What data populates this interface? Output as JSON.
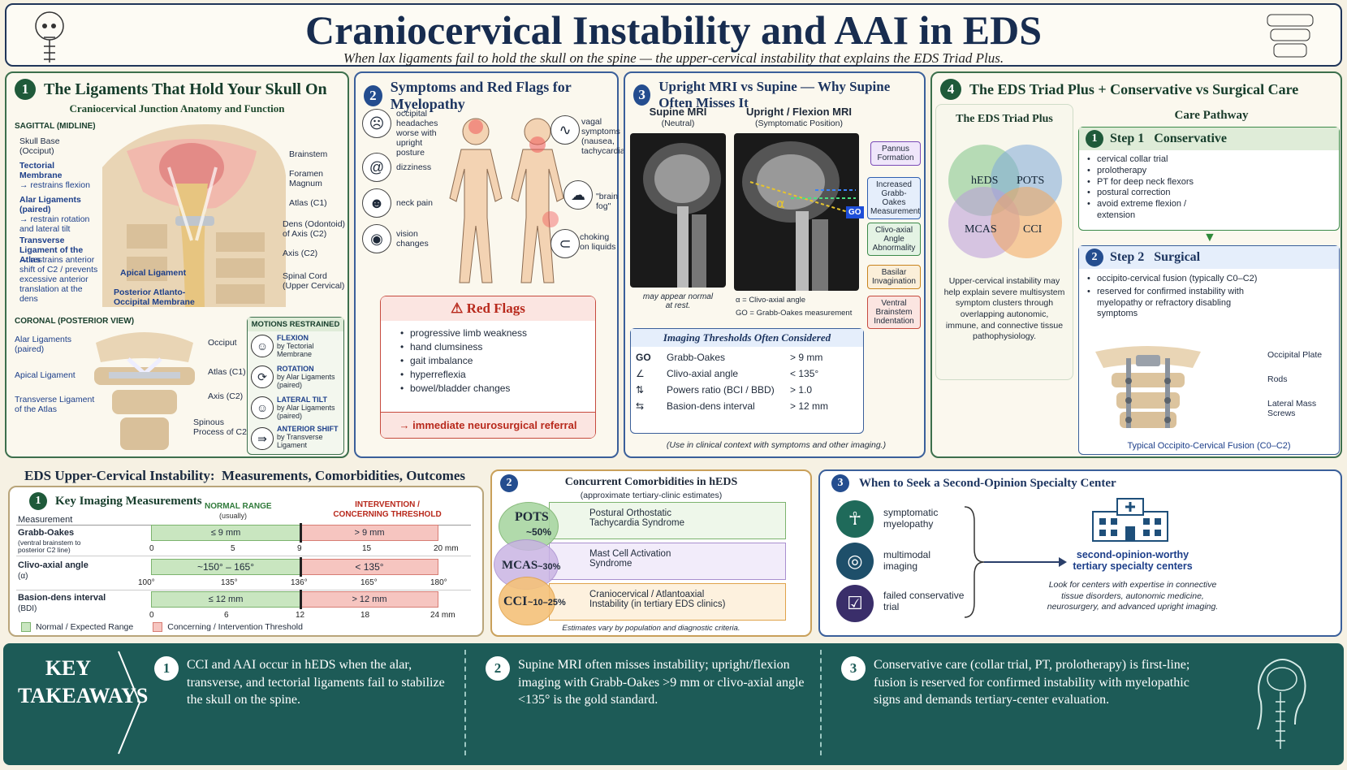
{
  "header": {
    "title": "Craniocervical Instability and AAI in EDS",
    "subtitle": "When lax ligaments fail to hold the skull on the spine — the upper-cervical instability that explains the EDS Triad Plus."
  },
  "p1": {
    "num": "1",
    "title": "The Ligaments That Hold Your Skull On",
    "subtitle": "Craniocervical Junction Anatomy and Function",
    "sag_label": "SAGITTAL (MIDLINE)",
    "left_labels": [
      "Skull Base (Occiput)",
      "Tectorial Membrane",
      "→ restrains flexion",
      "Alar Ligaments (paired)",
      "→ restrain rotation and lateral tilt",
      "Transverse Ligament of the Atlas",
      "→ restrains anterior shift of C2 / prevents excessive anterior translation at the dens",
      "Apical Ligament",
      "Posterior Atlanto-Occipital Membrane"
    ],
    "right_labels": [
      "Brainstem",
      "Foramen Magnum",
      "Atlas (C1)",
      "Dens (Odontoid) of Axis (C2)",
      "Axis (C2)",
      "Spinal Cord (Upper Cervical)"
    ],
    "cor_label": "CORONAL (POSTERIOR VIEW)",
    "cor_left": [
      "Alar Ligaments (paired)",
      "Apical Ligament",
      "Transverse Ligament of the Atlas"
    ],
    "cor_right": [
      "Occiput",
      "Atlas (C1)",
      "Axis (C2)",
      "Spinous Process of C2"
    ],
    "motions_title": "MOTIONS RESTRAINED",
    "motions": [
      {
        "name": "FLEXION",
        "by": "by Tectorial Membrane"
      },
      {
        "name": "ROTATION",
        "by": "by Alar Ligaments (paired)"
      },
      {
        "name": "LATERAL TILT",
        "by": "by Alar Ligaments (paired)"
      },
      {
        "name": "ANTERIOR SHIFT",
        "by": "by Transverse Ligament"
      }
    ]
  },
  "p2": {
    "num": "2",
    "title": "Symptoms and Red Flags for Myelopathy",
    "symptoms_left": [
      "occipital headaches worse with upright posture",
      "dizziness",
      "neck pain",
      "vision changes"
    ],
    "symptoms_right": [
      "vagal symptoms (nausea, tachycardia)",
      "\"brain fog\"",
      "choking on liquids"
    ],
    "redflags_title": "Red Flags",
    "redflags": [
      "progressive limb weakness",
      "hand clumsiness",
      "gait imbalance",
      "hyperreflexia",
      "bowel/bladder changes"
    ],
    "referral": "→ immediate neurosurgical referral"
  },
  "p3": {
    "num": "3",
    "title": "Upright MRI vs Supine — Why Supine Often Misses It",
    "supine_title": "Supine MRI",
    "supine_sub": "(Neutral)",
    "upright_title": "Upright / Flexion MRI",
    "upright_sub": "(Symptomatic Position)",
    "supine_note": "may appear normal at rest.",
    "alpha": "α",
    "go": "GO",
    "legend": [
      "α = Clivo-axial angle",
      "GO = Grabb-Oakes measurement"
    ],
    "callouts": [
      "Pannus Formation",
      "Increased Grabb-Oakes Measurement",
      "Clivo-axial Angle Abnormality",
      "Basilar Invagination",
      "Ventral Brainstem Indentation"
    ],
    "thresholds_title": "Imaging Thresholds Often Considered",
    "thresholds": [
      {
        "icon": "GO",
        "name": "Grabb-Oakes",
        "value": "> 9 mm"
      },
      {
        "icon": "∠",
        "name": "Clivo-axial angle",
        "value": "< 135°"
      },
      {
        "icon": "⇅",
        "name": "Powers ratio (BCI / BBD)",
        "value": "> 1.0"
      },
      {
        "icon": "⇆",
        "name": "Basion-dens interval",
        "value": "> 12 mm"
      }
    ],
    "note": "(Use in clinical context with symptoms and other imaging.)"
  },
  "p4": {
    "num": "4",
    "title": "The EDS Triad Plus + Conservative vs Surgical Care",
    "triad_title": "The EDS Triad Plus",
    "venn": [
      "hEDS",
      "POTS",
      "MCAS",
      "CCI"
    ],
    "triad_text": "Upper-cervical instability may help explain severe multisystem symptom clusters through overlapping autonomic, immune, and connective tissue pathophysiology.",
    "care_title": "Care Pathway",
    "step1_num": "1",
    "step1": "Step 1   Conservative",
    "step1_items": [
      "cervical collar trial",
      "prolotherapy",
      "PT for deep neck flexors",
      "postural correction",
      "avoid extreme flexion / extension"
    ],
    "step2_num": "2",
    "step2": "Step 2   Surgical",
    "step2_items": [
      "occipito-cervical fusion (typically C0–C2)",
      "reserved for confirmed instability with myelopathy or refractory disabling symptoms"
    ],
    "fusion_labels": [
      "Occipital Plate",
      "Rods",
      "Lateral Mass Screws"
    ],
    "fusion_caption": "Typical Occipito-Cervical Fusion (C0–C2)"
  },
  "bottom": {
    "title": "EDS Upper-Cervical Instability:  Measurements, Comorbidities, Outcomes",
    "m_num": "1",
    "m_title": "Key Imaging Measurements",
    "col_measure": "Measurement",
    "col_normal": "NORMAL RANGE",
    "col_normal_sub": "(usually)",
    "col_concern": "INTERVENTION / CONCERNING THRESHOLD",
    "rows": [
      {
        "name": "Grabb-Oakes",
        "sub": "(ventral brainstem to posterior C2 line)",
        "normal": "≤ 9 mm",
        "concern": "> 9 mm",
        "ticks": [
          "0",
          "5",
          "9",
          "15",
          "20 mm"
        ]
      },
      {
        "name": "Clivo-axial angle",
        "sub": "(α)",
        "normal": "~150° – 165°",
        "concern": "< 135°",
        "ticks": [
          "100°",
          "135°",
          "136°",
          "165°",
          "180°"
        ]
      },
      {
        "name": "Basion-dens interval",
        "sub": "(BDI)",
        "normal": "≤ 12 mm",
        "concern": "> 12 mm",
        "ticks": [
          "0",
          "6",
          "12",
          "18",
          "24 mm"
        ]
      }
    ],
    "legend_normal": "Normal / Expected Range",
    "legend_concern": "Concerning / Intervention Threshold",
    "c_num": "2",
    "c_title": "Concurrent Comorbidities in hEDS",
    "c_sub": "(approximate tertiary-clinic estimates)",
    "comorb": [
      {
        "abbr": "POTS",
        "pct": "~50%",
        "desc": "Postural Orthostatic Tachycardia Syndrome",
        "color": "#a9d6a3"
      },
      {
        "abbr": "MCAS",
        "pct": "~30%",
        "desc": "Mast Cell Activation Syndrome",
        "color": "#c9b4e3"
      },
      {
        "abbr": "CCI",
        "pct": "~10–25%",
        "desc": "Craniocervical / Atlantoaxial Instability (in tertiary EDS clinics)",
        "color": "#f5c27a"
      }
    ],
    "c_note": "Estimates vary by population and diagnostic criteria.",
    "s_num": "3",
    "s_title": "When to Seek a Second-Opinion Specialty Center",
    "s_items": [
      "symptomatic myelopathy",
      "multimodal imaging",
      "failed conservative trial"
    ],
    "s_target": "second-opinion-worthy tertiary specialty centers",
    "s_text": "Look for centers with expertise in connective tissue disorders, autonomic medicine, neurosurgery, and advanced upright imaging."
  },
  "takeaways": {
    "label": "KEY TAKEAWAYS",
    "items": [
      {
        "num": "1",
        "text": "CCI and AAI occur in hEDS when the alar, transverse, and tectorial ligaments fail to stabilize the skull on the spine."
      },
      {
        "num": "2",
        "text": "Supine MRI often misses instability; upright/flexion imaging with Grabb-Oakes >9 mm or clivo-axial angle <135° is the gold standard."
      },
      {
        "num": "3",
        "text": "Conservative care (collar trial, PT, prolotherapy) is first-line; fusion is reserved for confirmed instability with myelopathic signs and demands tertiary-center evaluation."
      }
    ]
  }
}
